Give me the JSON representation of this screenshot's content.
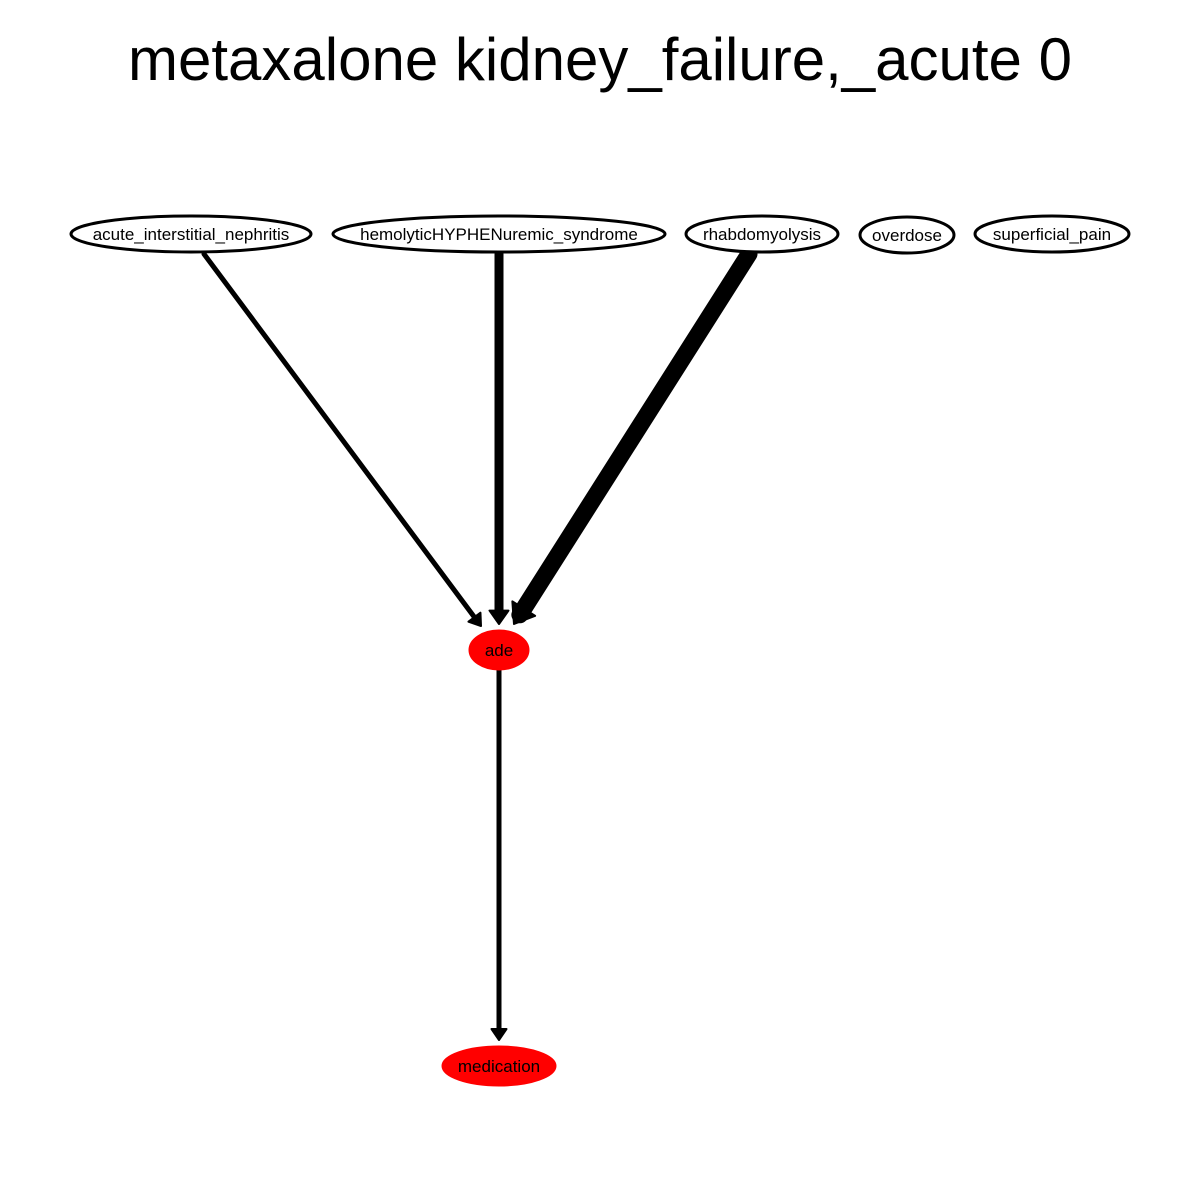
{
  "title": "metaxalone kidney_failure,_acute 0",
  "colors": {
    "background": "#ffffff",
    "stroke": "#000000",
    "highlight": "#ff0000",
    "plain_fill": "#ffffff"
  },
  "nodes": [
    {
      "id": "acute_interstitial_nephritis",
      "label": "acute_interstitial_nephritis",
      "highlighted": false
    },
    {
      "id": "hemolyticHYPHENuremic_syndrome",
      "label": "hemolyticHYPHENuremic_syndrome",
      "highlighted": false
    },
    {
      "id": "rhabdomyolysis",
      "label": "rhabdomyolysis",
      "highlighted": false
    },
    {
      "id": "overdose",
      "label": "overdose",
      "highlighted": false
    },
    {
      "id": "superficial_pain",
      "label": "superficial_pain",
      "highlighted": false
    },
    {
      "id": "ade",
      "label": "ade",
      "highlighted": true
    },
    {
      "id": "medication",
      "label": "medication",
      "highlighted": true
    }
  ],
  "edges": [
    {
      "from": "acute_interstitial_nephritis",
      "to": "ade",
      "weight": 1
    },
    {
      "from": "hemolyticHYPHENuremic_syndrome",
      "to": "ade",
      "weight": 2
    },
    {
      "from": "rhabdomyolysis",
      "to": "ade",
      "weight": 4
    },
    {
      "from": "ade",
      "to": "medication",
      "weight": 1
    }
  ]
}
